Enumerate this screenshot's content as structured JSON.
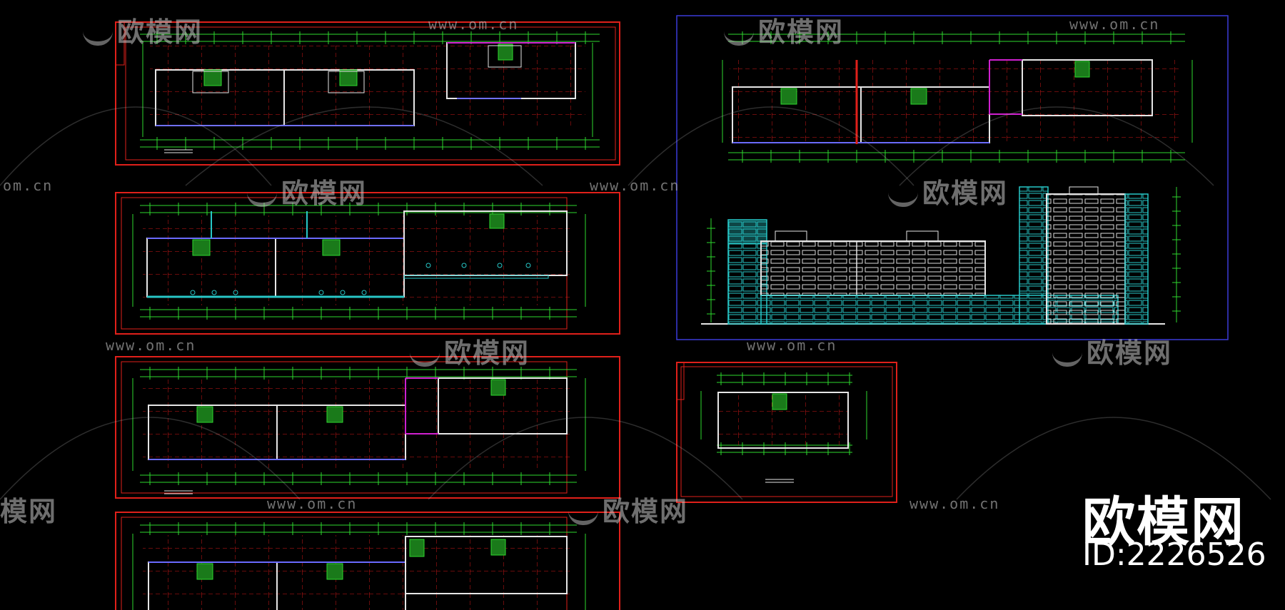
{
  "watermark": {
    "brand": "欧模网",
    "site": "www.om.cn",
    "site_partial": "om.cn",
    "brand_partial": "模网"
  },
  "badge": {
    "brand": "欧模网",
    "id": "ID:2226526"
  },
  "colors": {
    "background": "#000000",
    "frame_red": "#e0201a",
    "frame_blue": "#3a3ad8",
    "wall_white": "#e6e6e6",
    "grid_red": "#d01818",
    "dimension_green": "#2ed82e",
    "facade_cyan": "#27c7c7",
    "accent_magenta": "#d020d0",
    "watermark_gray": "#bebebe"
  },
  "drawings": [
    {
      "kind": "floor-plan"
    },
    {
      "kind": "floor-plan"
    },
    {
      "kind": "floor-plan"
    },
    {
      "kind": "floor-plan"
    },
    {
      "kind": "floor-plan"
    },
    {
      "kind": "elevation"
    },
    {
      "kind": "floor-plan"
    }
  ]
}
